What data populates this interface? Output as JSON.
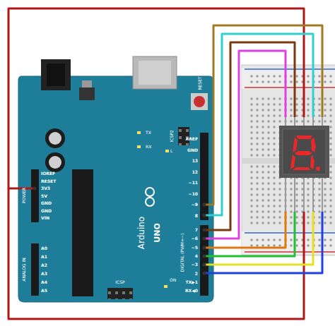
{
  "diagram": {
    "labels": [
      "RESET",
      "ICSP2",
      "TX",
      "RX",
      "L",
      "AREF",
      "GND",
      "13",
      "12",
      "~11",
      "~10",
      "~9",
      "8",
      "7",
      "~6",
      "~5",
      "4",
      "~3",
      "2",
      "TX▶1",
      "RX◀0",
      "Arduino",
      "UNO",
      "DIGITAL (PWM=~)",
      "IOREF",
      "RESET",
      "3V3",
      "5V",
      "GND",
      "GND",
      "VIN",
      "POWER",
      "A0",
      "A1",
      "A2",
      "A3",
      "A4",
      "A5",
      "ANALOG IN",
      "ON",
      "ICSP"
    ]
  }
}
